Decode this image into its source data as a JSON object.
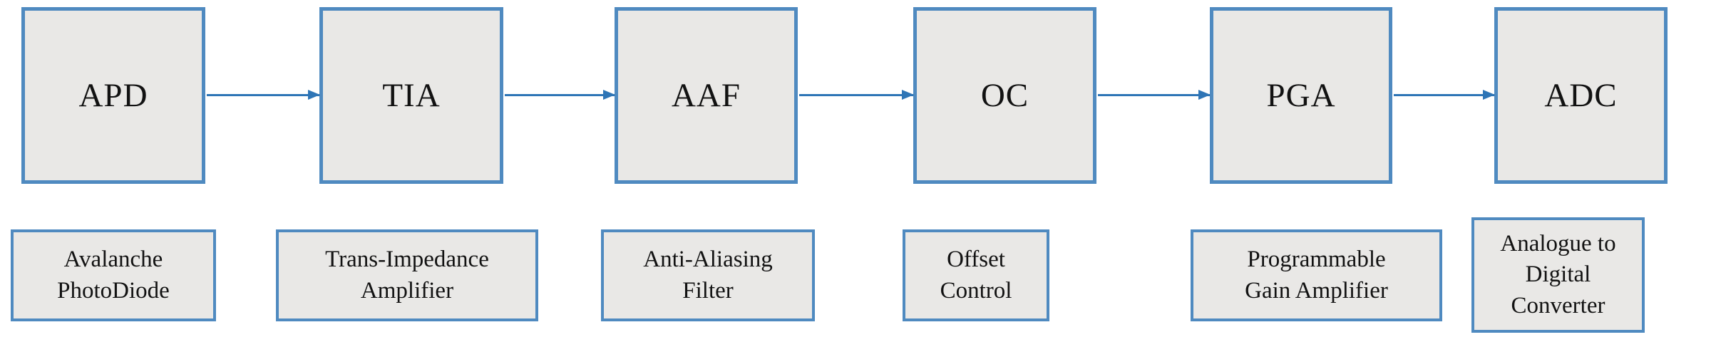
{
  "diagram": {
    "type": "signal-chain-block-diagram",
    "colors": {
      "box_border": "#4f8ac0",
      "box_fill": "#e9e8e6",
      "arrow": "#2e75b6",
      "text": "#121212",
      "background": "#ffffff"
    },
    "stages": [
      {
        "abbr": "APD",
        "full": "Avalanche PhotoDiode",
        "full_lines": [
          "Avalanche",
          "PhotoDiode"
        ]
      },
      {
        "abbr": "TIA",
        "full": "Trans-Impedance Amplifier",
        "full_lines": [
          "Trans-Impedance",
          "Amplifier"
        ]
      },
      {
        "abbr": "AAF",
        "full": "Anti-Aliasing Filter",
        "full_lines": [
          "Anti-Aliasing",
          "Filter"
        ]
      },
      {
        "abbr": "OC",
        "full": "Offset Control",
        "full_lines": [
          "Offset",
          "Control"
        ]
      },
      {
        "abbr": "PGA",
        "full": "Programmable Gain Amplifier",
        "full_lines": [
          "Programmable",
          "Gain Amplifier"
        ]
      },
      {
        "abbr": "ADC",
        "full": "Analogue to Digital Converter",
        "full_lines": [
          "Analogue to",
          "Digital",
          "Converter"
        ]
      }
    ],
    "connections": [
      {
        "from": "APD",
        "to": "TIA"
      },
      {
        "from": "TIA",
        "to": "AAF"
      },
      {
        "from": "AAF",
        "to": "OC"
      },
      {
        "from": "OC",
        "to": "PGA"
      },
      {
        "from": "PGA",
        "to": "ADC"
      }
    ]
  }
}
